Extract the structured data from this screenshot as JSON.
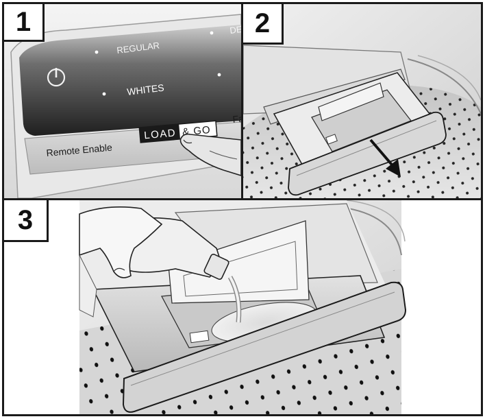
{
  "steps": [
    {
      "number": "1"
    },
    {
      "number": "2"
    },
    {
      "number": "3"
    }
  ],
  "control_panel": {
    "cycle_regular": "REGULAR",
    "cycle_whites": "WHITES",
    "cycle_partial_top": "DE",
    "remote_enable": "Remote Enable",
    "load_go_load": "LOAD",
    "load_go_rest": "& GO",
    "partial_right": "Fa"
  },
  "colors": {
    "panel_dark": "#2a2a2a",
    "panel_strip": "#d2d2d2",
    "drawer_gray": "#bdbdbd",
    "border": "#1a1a1a"
  }
}
